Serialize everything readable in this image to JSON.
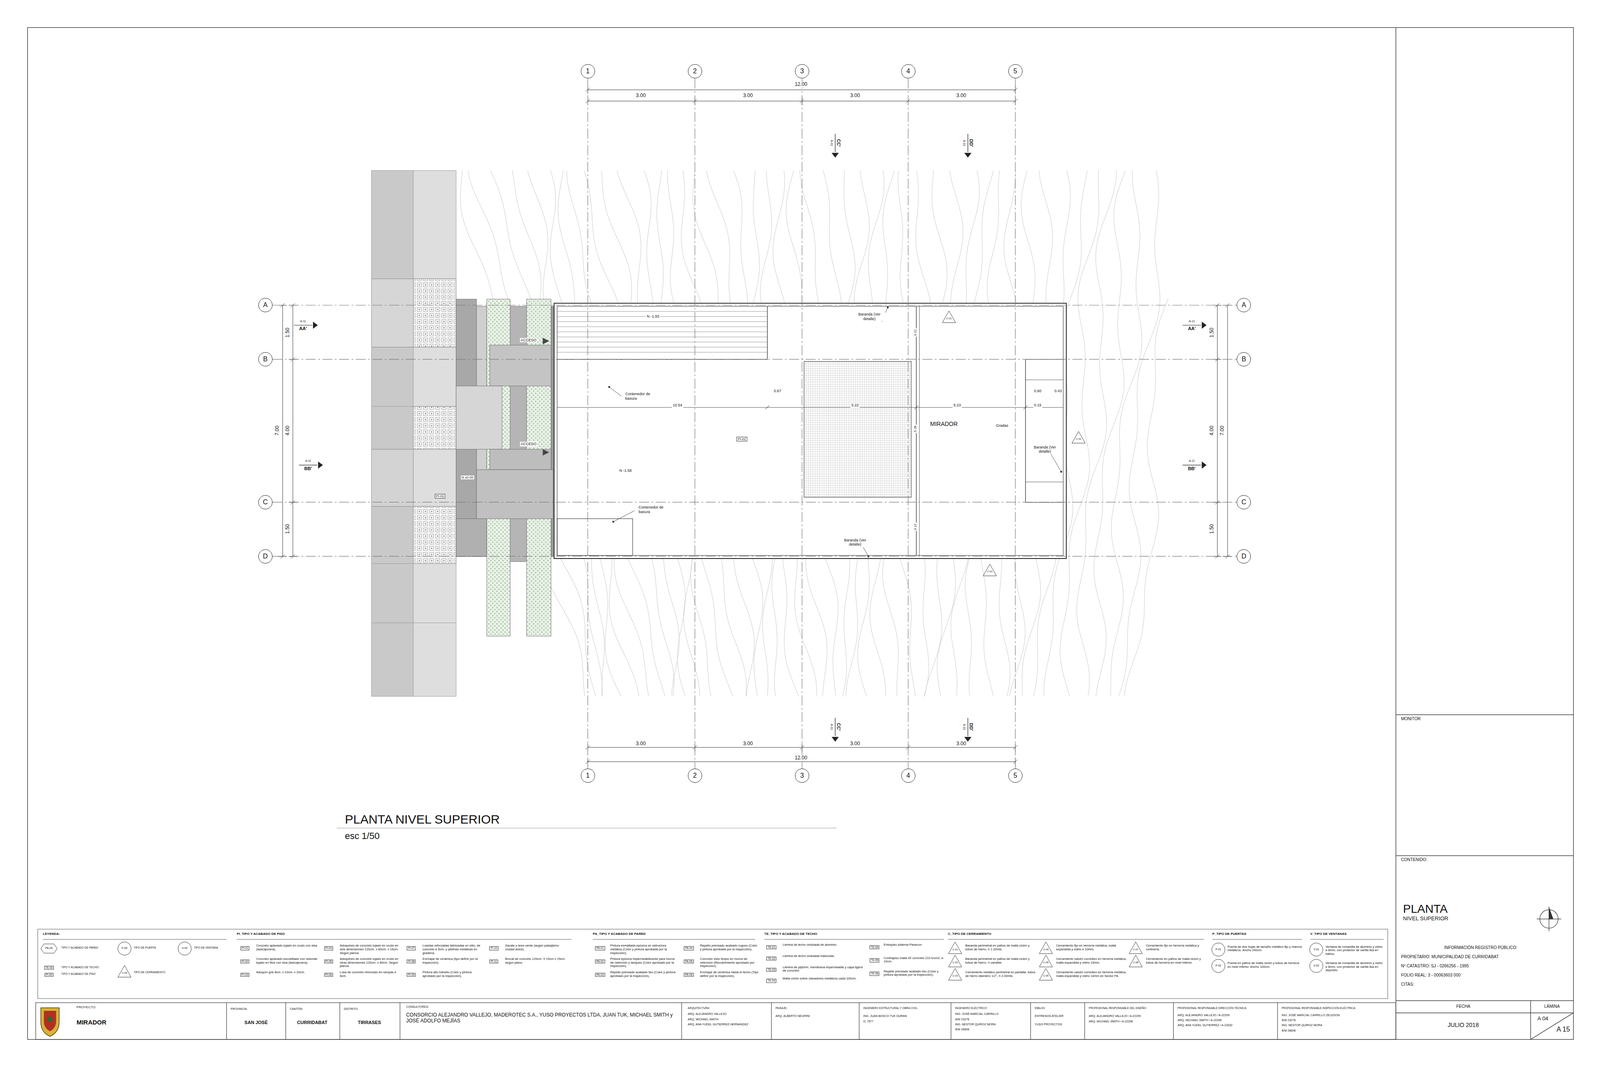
{
  "diagram": {
    "nodes": [
      {
        "text": [
          "1"
        ]
      },
      {
        "text": [
          "2"
        ]
      },
      {
        "text": [
          "3"
        ]
      },
      {
        "text": [
          "4"
        ]
      },
      {
        "text": [
          "5"
        ]
      },
      {
        "text": [
          "1"
        ]
      },
      {
        "text": [
          "2"
        ]
      },
      {
        "text": [
          "3"
        ]
      },
      {
        "text": [
          "4"
        ]
      },
      {
        "text": [
          "5"
        ]
      },
      {
        "text": [
          "A"
        ]
      },
      {
        "text": [
          "B"
        ]
      },
      {
        "text": [
          "C"
        ]
      },
      {
        "text": [
          "D"
        ]
      },
      {
        "text": [
          "A"
        ]
      },
      {
        "text": [
          "B"
        ]
      },
      {
        "text": [
          "C"
        ]
      },
      {
        "text": [
          "D"
        ]
      }
    ],
    "edges": [
      {
        "from": 0,
        "to": 5,
        "arrow": "none"
      },
      {
        "from": 1,
        "to": 6,
        "arrow": "none"
      },
      {
        "from": 2,
        "to": 7,
        "arrow": "none"
      },
      {
        "from": 3,
        "to": 8,
        "arrow": "none"
      },
      {
        "from": 4,
        "to": 9,
        "arrow": "none"
      },
      {
        "from": 10,
        "to": 14,
        "arrow": "none"
      },
      {
        "from": 11,
        "to": 15,
        "arrow": "none"
      },
      {
        "from": 12,
        "to": 16,
        "arrow": "none"
      },
      {
        "from": 13,
        "to": 17,
        "arrow": "none"
      }
    ],
    "labels": [
      "12.00",
      "3.00",
      "3.00",
      "3.00",
      "3.00",
      "3.00",
      "3.00",
      "3.00",
      "3.00",
      "12.00",
      "1.50",
      "4.00",
      "1.50",
      "7.00",
      "1.50",
      "4.00",
      "1.50",
      "7.00",
      "A-11",
      "AA'",
      "A-11",
      "AA'",
      "A-11",
      "BB'",
      "A-11",
      "BB'",
      "A-11",
      "CC'",
      "A-11",
      "CC'",
      "A-11",
      "DD'",
      "A-11",
      "DD'",
      "N -1.93",
      "ACCESO",
      "ACCESO",
      "Contenedor de basura",
      "Baranda (Ver detalle)",
      "0.67",
      "10.54",
      "5.22",
      "5.23",
      "0.60",
      "0.43",
      "0.15",
      "MIRADOR",
      "Gradas",
      "PI-02",
      "Baranda (Ver detalle)",
      "N -1.58",
      "N ±0.00",
      "PI-03",
      "Contenedor de basura",
      "Baranda (Ver detalle)",
      "0.12",
      "5.28",
      "0.12",
      "C-01",
      "C-01",
      "C-01",
      "PLANTA NIVEL SUPERIOR",
      "esc 1/50",
      "MONITOR",
      "CONTENIDO:",
      "PLANTA",
      "NIVEL SUPERIOR",
      "INFORMACIÓN REGISTRO PÚBLICO:",
      "PROPIETARIO: MUNICIPALIDAD DE CURRIDABAT",
      "Nº CATASTRO: SJ - 0266256 - 1995",
      "FOLIO REAL: 3 - 00063603 000",
      "CITAS:",
      "FECHA",
      "LÁMINA",
      "JULIO 2018",
      "A 04",
      "A 15",
      "LEYENDA:",
      "PI_TIPO Y ACABADO DE PISO",
      "PA_TIPO Y ACABADO DE PARED",
      "TE_TIPO Y ACABADO DE TECHO",
      "C_TIPO DE CERRAMIENTO",
      "P_TIPO DE PUERTAS",
      "V_TIPO DE VENTANAS",
      "PA-00",
      "P-00",
      "V-00",
      "TE-00",
      "PI-00",
      "C-00",
      "PI-01",
      "Concreto aplanado lujado en crudo con sisa (tasicajonera).",
      "PI-02",
      "Concreto aplanado escobillado con redonde lujado en filos con sisa (tasicajonera).",
      "PI-03",
      "Adoquín gris 8cm. x 10cm. x 20cm.",
      "PI-04",
      "Adoquines de concreto lujado en crudo en seis dimensiones 120cm. x 60cm. x 15cm. Según planos",
      "PI-05",
      "Adoquines de concreto lujado en crudo en otras dimensiones 120cm. x 60cm. Según planos",
      "PI-06",
      "Losa de concreto reforzado en rampas e 8cm.",
      "PI-07",
      "Losetas reforzadas fabricadas en sitio, de concreto e 5cm. y pletinas metálicas en gradería.",
      "PI-08",
      "Enchape de cerámica (tipo definir por la inspección).",
      "PI-09",
      "Pintura alto tránsito (Color y pintura aprobado por la inspección).",
      "PI-10",
      "Zacate y área verde (según paisajismo ciudad dulce).",
      "PI-11",
      "Brocal de concreto 120cm. X 15cm x 15cm según plano.",
      "PA-01",
      "Pintura esmaltada epóxica en estructura metálica (Color y pintura aprobada por la inspección).",
      "PA-02",
      "Pintura epóxica impermeabilizante para muros de retención y tanques (Color aprobado por la inspección).",
      "PA-03",
      "Repello prensado acabado liso (Color y pintura aprobado por la inspección).",
      "PA-04",
      "Repello prensado acabado rugoso (Color y pintura aprobada por la inspección).",
      "PA-05",
      "Concreto visto limpio en muros de retención (Recubrimiento aprobado por inspección).",
      "PA-06",
      "Enchape de cerámica hasta el techo (Tipo definir por la inspección).",
      "TE-01",
      "Lámina de techo ondulada de aluminio.",
      "TE-02",
      "Lámina de techo ondulada traslúcida.",
      "TE-03",
      "Lámina de plyform, membrana impermeable y capa ligera de concreto.",
      "TE-04",
      "Malla ciclón sobre clavadores metálicos cada 100cm.",
      "TE-04",
      "Entrepiso sistema Panecon",
      "TE-05",
      "Contrapiso malla #2 concreto 210 k/cm2, e: 10cm.",
      "TE-06",
      "Repello prensado acabado liso (Color y pintura aprobado por la inspección).",
      "C-01",
      "Baranda perimetral en paños de malla ciclón y tubos de hierro, h 1.20mts.",
      "C-02",
      "Baranda perimetral en paños de malla ciclón y tubos de hierro, h variable.",
      "C-03",
      "Cerramiento metálico perimetral en pantalla, tubos de hierro diámetro 1/2\", h 2.00mts.",
      "C-04",
      "Cerramiento fijo en herrería metálica, malla expandida y vidrio e 10mm.",
      "C-05",
      "Cerramiento vaivén corredizo en herrería metálica, malla expandida y vidrio 10mm.",
      "C-06",
      "Cerramiento vaivén corredizo en herrería metálica, malla expandida y vidrio 10mm en Sector PA.",
      "C-07",
      "Cerramiento fijo en herrería metálica y cortinería.",
      "C-08",
      "Cerramiento en paños de malla ciclón y tubos de herrería en nivel inferior.",
      "P-01",
      "Puerta de dos hojas de tamaño metálico fijo y marcos metálicos. Ancho 240cm.",
      "P-02",
      "Puerta en paños de malla ciclón y tubos de herrería en nivel inferior. Ancho 100cm.",
      "V-01",
      "Ventana de romanilla de aluminio y vidrio e 6mm, con protector de varilla lisa en baños.",
      "V-02",
      "Ventana de romanilla de aluminio y vidrio e 6mm, con protector de varilla lisa en depósito.",
      "PROYECTO:",
      "MIRADOR",
      "PROVINCIA:",
      "SAN JOSÉ",
      "CANTÓN:",
      "CURRIDABAT",
      "DISTRITO:",
      "TIRRASES",
      "CONSULTORES:",
      "CONSORCIO ALEJANDRO VALLEJO, MADEROTEC S.A., YUSO PROYECTOS LTDA, JUAN TUK, MICHAEL SMITH y JOSÉ ADOLFO MEJÍAS",
      "ARQUITECTURA:",
      "ARQ. ALEJANDRO VALLEJO",
      "ARQ. MICHAEL SMITH",
      "ARQ. ANA YUDEL GUTIERREZ HERNANDEZ",
      "PAISAJE:",
      "ARQ. ALBERTO NEGRINI",
      "INGENIERO ESTRUCTURAL Y OBRA CIVIL:",
      "ING. JUAN BOSCO TUK DURAN",
      "IC 7577",
      "INGENIERO ELÉCTRICO:",
      "ING. JOSÉ MARCIAL CARRILLO",
      "IEM 23276",
      "ING. NESTOR QUIROZ MORA",
      "IEM 26606",
      "DIBUJO:",
      "ENTRENOS ATELIER",
      "YUSO PROYECTOS",
      "PROFESIONAL RESPONSABLE DEL DISEÑO:",
      "ARQ. ALEJANDRO VALLEJO / A-22299",
      "ARQ. MICHAEL SMITH / A-22298",
      "PROFESIONAL RESPONSABLE DIRECCIÓN TÉCNICA:",
      "ARQ. ALEJANDRO VALLEJO / A-22299",
      "ARQ. MICHAEL SMITH / A-22298",
      "ARQ. ANA YUDEL GUTIERREZ / A-23332",
      "PROFESIONAL RESPONSABLE INSPECCIÓN ELÉCTRICA:",
      "ING. JOSÉ MARCIAL CARRILLO ZELEDON",
      "IEM 23276",
      "ING. NESTOR QUIROZ MORA",
      "IEM 26606"
    ],
    "legend": [
      {
        "text": "TIPO Y ACABADO DE PARED"
      },
      {
        "text": "TIPO DE PUERTA"
      },
      {
        "text": "TIPO DE VENTANA"
      },
      {
        "text": "TIPO Y ACABADO DE TECHO:"
      },
      {
        "text": "TIPO Y ACABADO DE PISO"
      },
      {
        "text": "TIPO DE CERRAMIENTO"
      }
    ]
  }
}
